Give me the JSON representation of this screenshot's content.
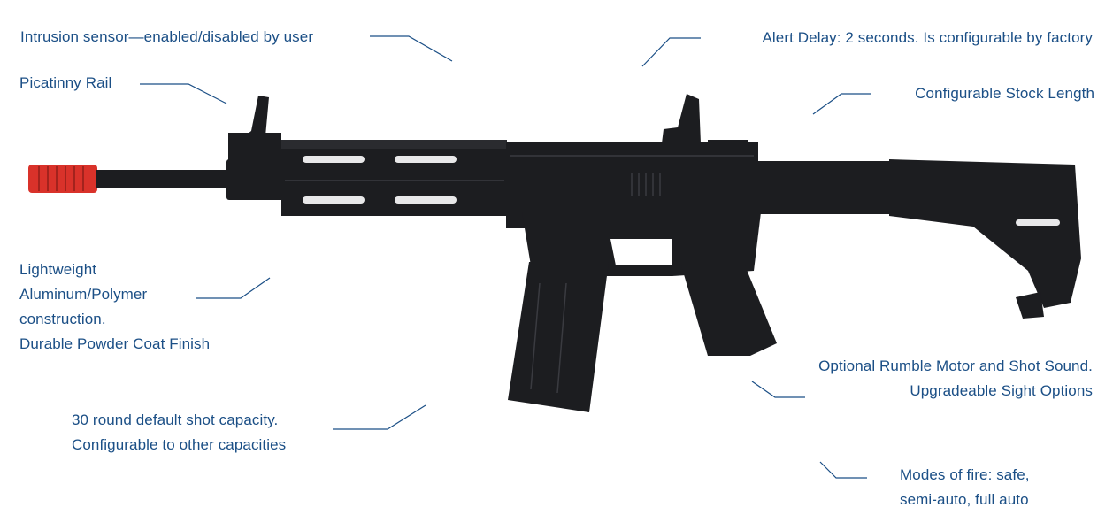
{
  "colors": {
    "label_text": "#1b4f86",
    "leader_line": "#1b4f86",
    "rifle_body": "#1c1d20",
    "muzzle_tip": "#d9322a"
  },
  "image": {
    "subject": "rifle-icon"
  },
  "callouts": {
    "intrusion": [
      "Intrusion sensor—enabled/disabled by user"
    ],
    "picatinny": [
      "Picatinny Rail"
    ],
    "construction": [
      "Lightweight",
      "Aluminum/Polymer",
      "construction.",
      "Durable Powder Coat Finish"
    ],
    "capacity": [
      "30 round default shot capacity.",
      "Configurable to other capacities"
    ],
    "alert": [
      "Alert Delay: 2 seconds. Is configurable by factory"
    ],
    "stock": [
      "Configurable Stock Length"
    ],
    "rumble": [
      "Optional Rumble Motor and Shot Sound.",
      "Upgradeable Sight Options"
    ],
    "modes": [
      "Modes of fire: safe,",
      "semi-auto, full auto"
    ]
  }
}
